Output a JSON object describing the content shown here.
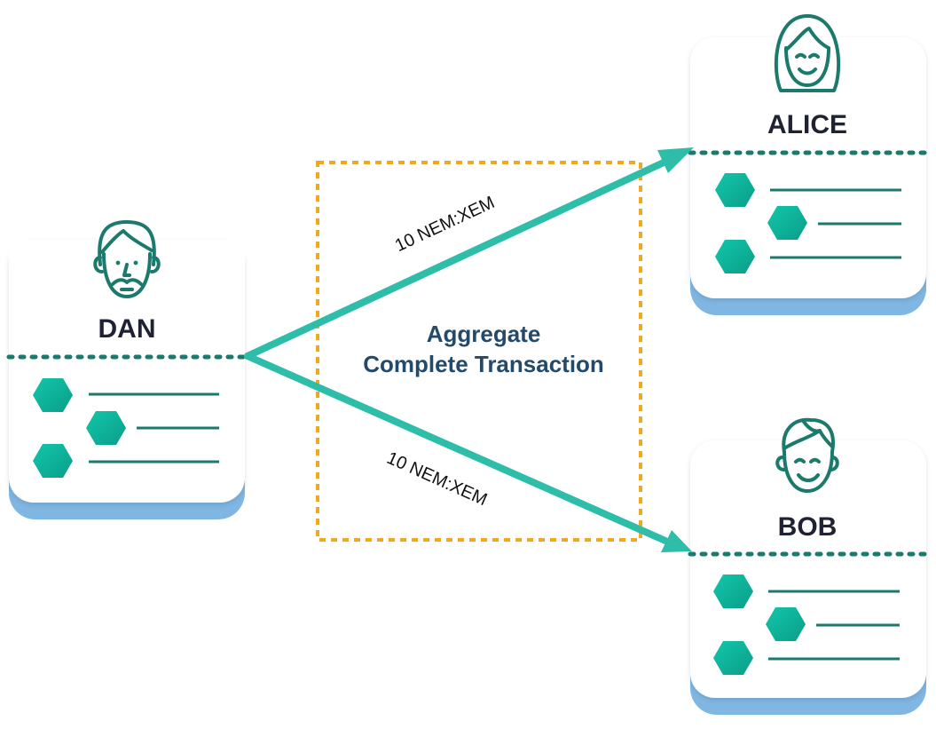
{
  "colors": {
    "arrow": "#2dbda9",
    "dashed_box": "#f0a820",
    "account_dots": "#1b7a6c",
    "mosaic_hex": "#18b8a0",
    "lines": "#1b7a6c",
    "card_shadow": "#7fb6e2",
    "tx_text": "#244a6b",
    "icon": "#1b7a6c"
  },
  "accounts": {
    "dan": {
      "name": "DAN",
      "icon": "man-with-mustache-icon"
    },
    "alice": {
      "name": "ALICE",
      "icon": "woman-icon"
    },
    "bob": {
      "name": "BOB",
      "icon": "boy-icon"
    }
  },
  "transaction": {
    "line1": "Aggregate",
    "line2": "Complete Transaction"
  },
  "transfers": [
    {
      "to": "ALICE",
      "amount": "10 NEM:XEM"
    },
    {
      "to": "BOB",
      "amount": "10 NEM:XEM"
    }
  ]
}
